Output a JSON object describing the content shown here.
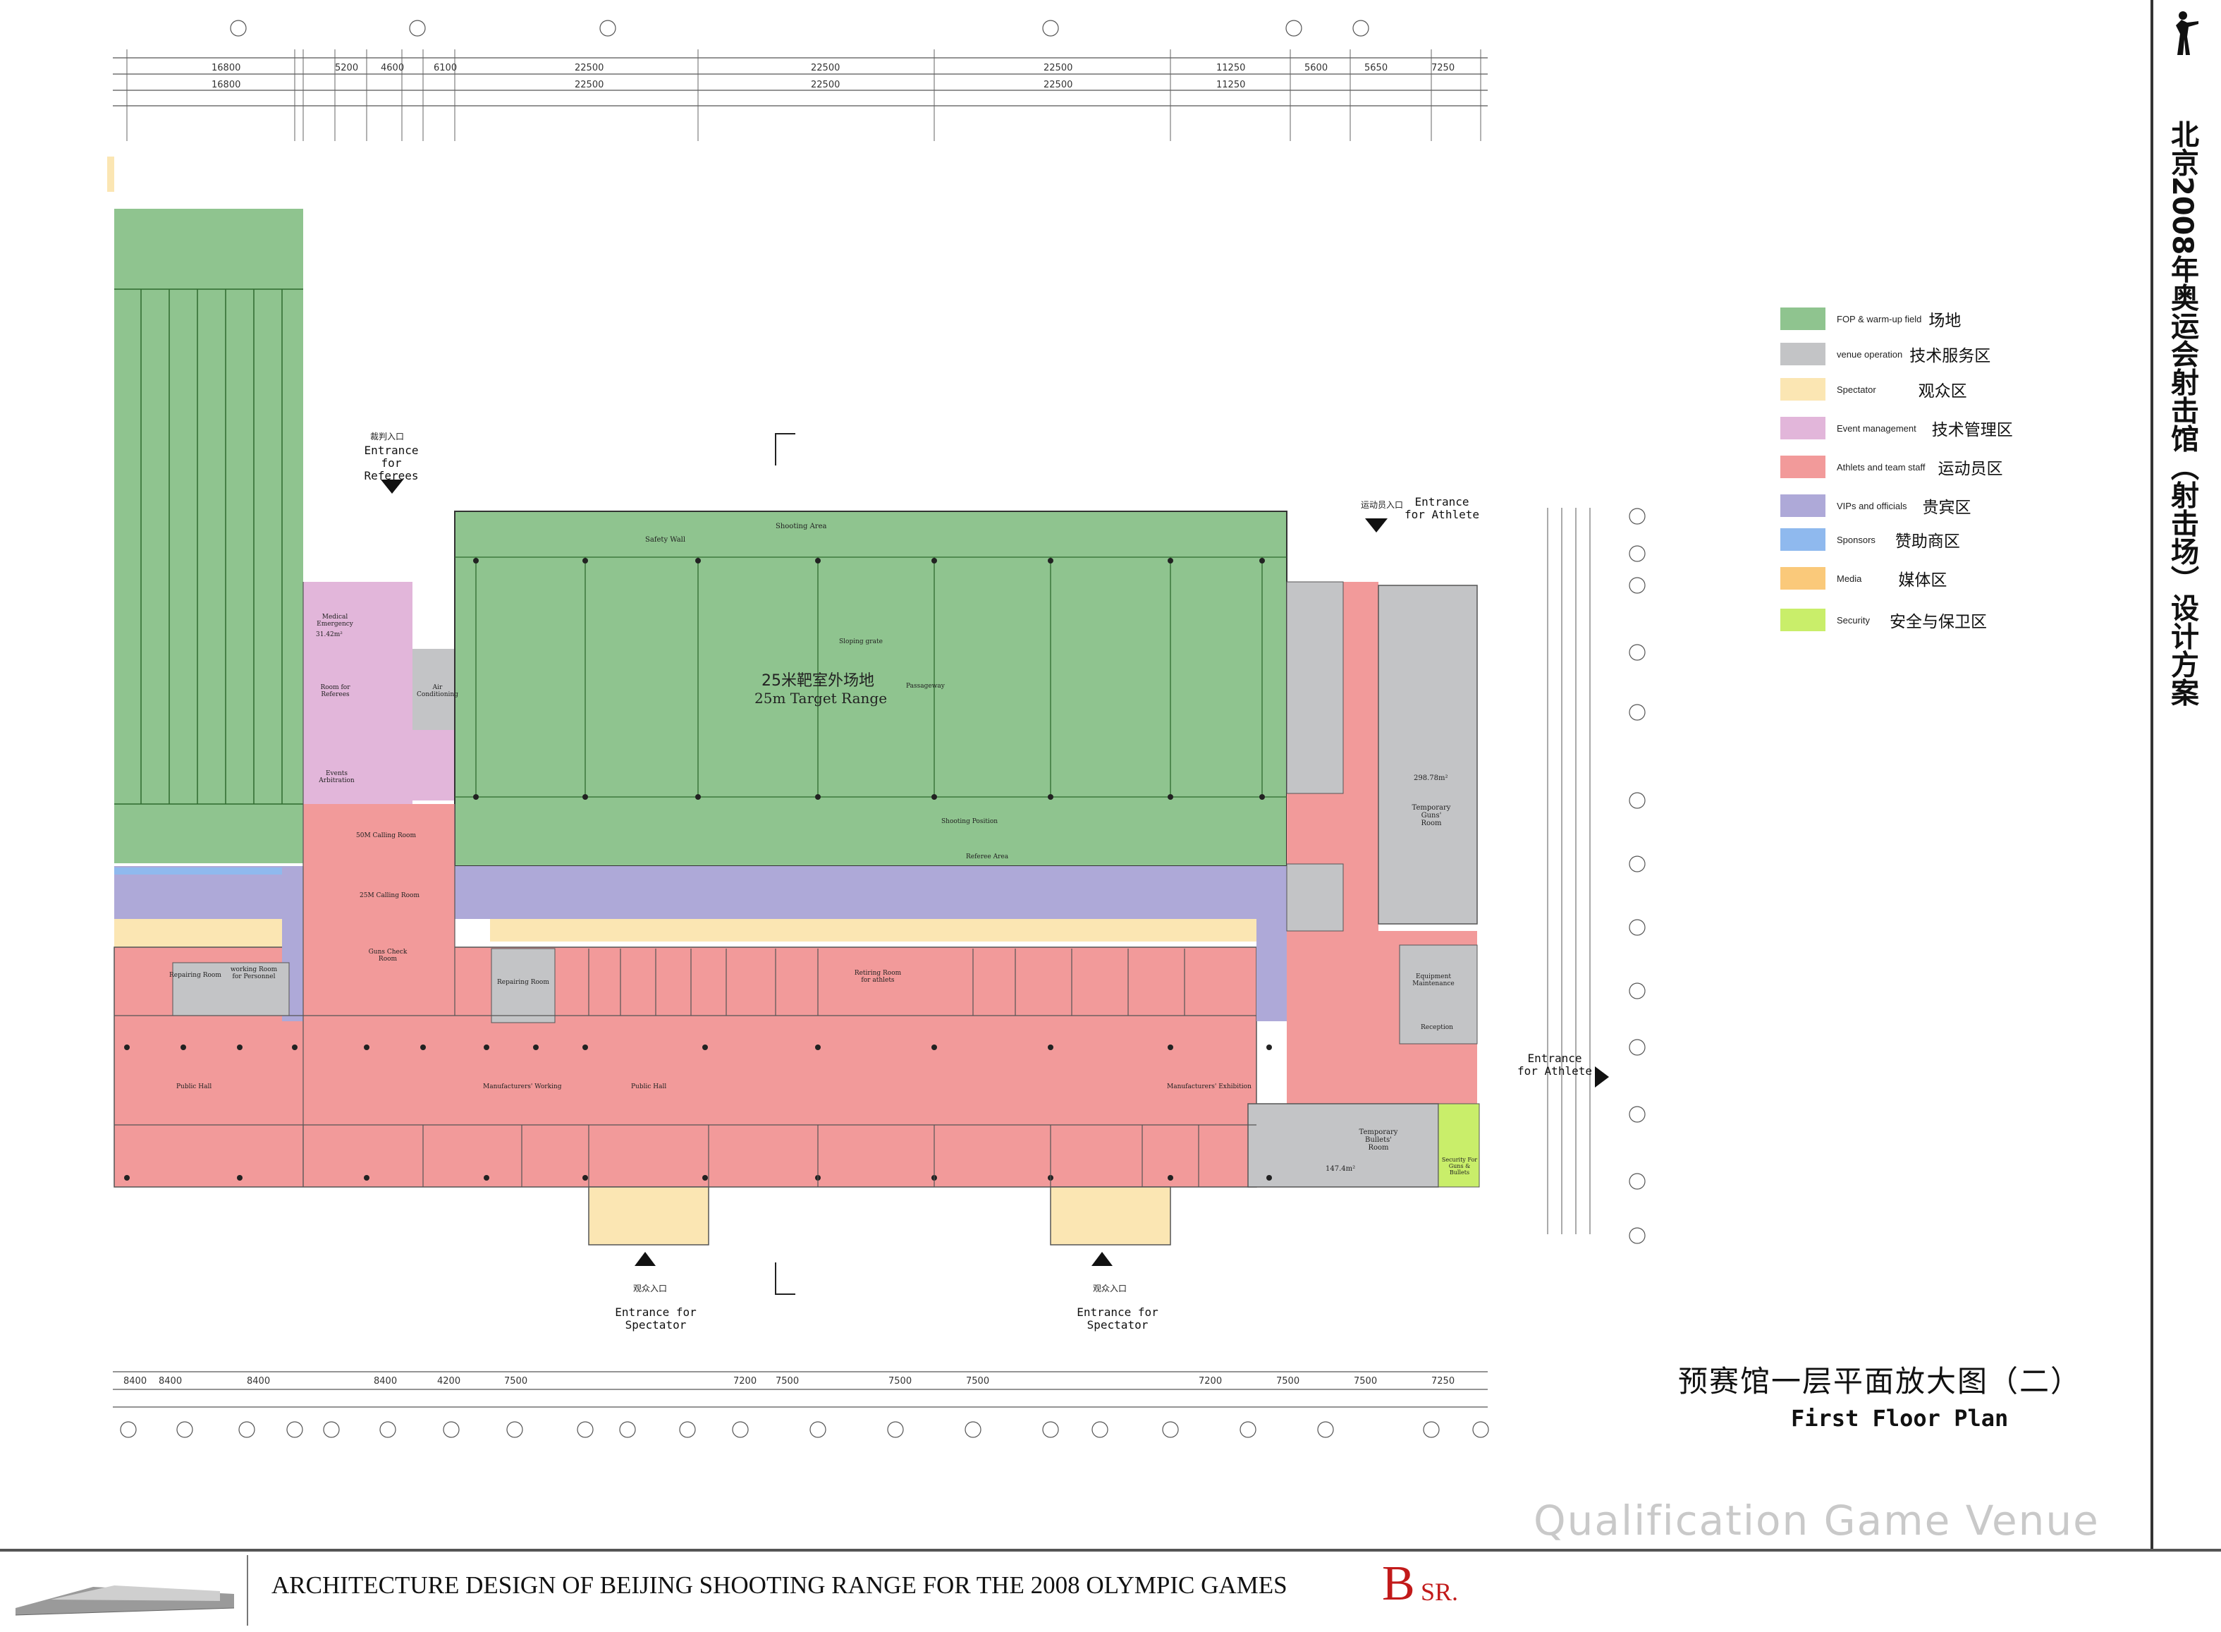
{
  "document": {
    "side_title": "北京2008年奥运会射击馆（射击场）设计方案",
    "title_cn": "预赛馆一层平面放大图（二）",
    "title_en": "First Floor Plan",
    "venue_label": "Qualification Game Venue",
    "footer_text": "ARCHITECTURE DESIGN OF BEIJING SHOOTING RANGE FOR THE 2008 OLYMPIC GAMES",
    "brand_mark": "B",
    "brand_suffix": "SR."
  },
  "legend": [
    {
      "en": "FOP & warm-up field",
      "cn": "场地",
      "color": "#8fc48f"
    },
    {
      "en": "venue operation",
      "cn": "技术服务区",
      "color": "#c3c4c6"
    },
    {
      "en": "Spectator",
      "cn": "观众区",
      "color": "#fbe6b3"
    },
    {
      "en": "Event management",
      "cn": "技术管理区",
      "color": "#e2b6da"
    },
    {
      "en": "Athlets and team staff",
      "cn": "运动员区",
      "color": "#f29a9a"
    },
    {
      "en": "VIPs and officials",
      "cn": "贵宾区",
      "color": "#aea9d8"
    },
    {
      "en": "Sponsors",
      "cn": "赞助商区",
      "color": "#8fb9ee"
    },
    {
      "en": "Media",
      "cn": "媒体区",
      "color": "#fac97a"
    },
    {
      "en": "Security",
      "cn": "安全与保卫区",
      "color": "#c9ee6a"
    }
  ],
  "plan": {
    "target_range_cn": "25米靶室外场地",
    "target_range_en": "25m Target Range",
    "entrances": {
      "referees": "Entrance for Referees",
      "referees_cn": "裁判入口",
      "athlete_top": "Entrance for Athlete",
      "athlete_top_cn": "运动员入口",
      "athlete_right": "Entrance for Athlete",
      "spectator_left": "Entrance for Spectator",
      "spectator_right": "Entrance for Spectator",
      "spectator_cn": "观众入口"
    },
    "room_labels": {
      "shooting_area": "Shooting Area",
      "safety_wall": "Safety Wall",
      "sloping_grate": "Sloping grate",
      "passageway": "Passageway",
      "shooting_position": "Shooting Position",
      "referee_area": "Referee Area",
      "medical": "Medical Emergency",
      "medical_area": "31.42m²",
      "rooms_referees": "Room for Referees",
      "events_arbitration": "Events Arbitration",
      "air_conditioning": "Air Conditioning",
      "calling_50m": "50M Calling Room",
      "calling_25m": "25M Calling Room",
      "guns_check": "Guns Check Room",
      "repairing": "Repairing Room",
      "personnel": "working Room for Personnel",
      "retiring_athletes": "Retiring Room for athlets",
      "public_hall": "Public Hall",
      "manufacturers_working": "Manufacturers' Working",
      "manufacturers_exhibition": "Manufacturers' Exhibition",
      "temporary_guns": "Temporary Guns' Room",
      "temporary_bullets": "Temporary Bullets' Room",
      "equipment_maintenance": "Equipment Maintenance",
      "reception": "Reception",
      "security_guns": "Security For Guns & Bullets",
      "guns_room_area": "298.78m²",
      "bullets_room_area": "147.4m²"
    }
  }
}
